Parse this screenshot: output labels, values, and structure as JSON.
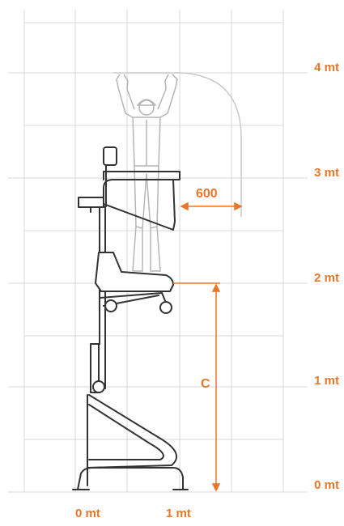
{
  "colors": {
    "accent": "#e8762b",
    "grid": "#d8d8d8",
    "machine": "#333333",
    "figure": "#b5b5b5",
    "envelope": "#c9c9c9"
  },
  "y_axis": {
    "labels": [
      "4 mt",
      "3 mt",
      "2 mt",
      "1 mt",
      "0 mt"
    ]
  },
  "x_axis": {
    "labels": [
      "0 mt",
      "1 mt"
    ]
  },
  "dimensions": {
    "reach": "600",
    "height": "C"
  },
  "icons": {
    "figure": "worker-arms-raised-icon",
    "machine": "mobile-work-platform-icon"
  }
}
